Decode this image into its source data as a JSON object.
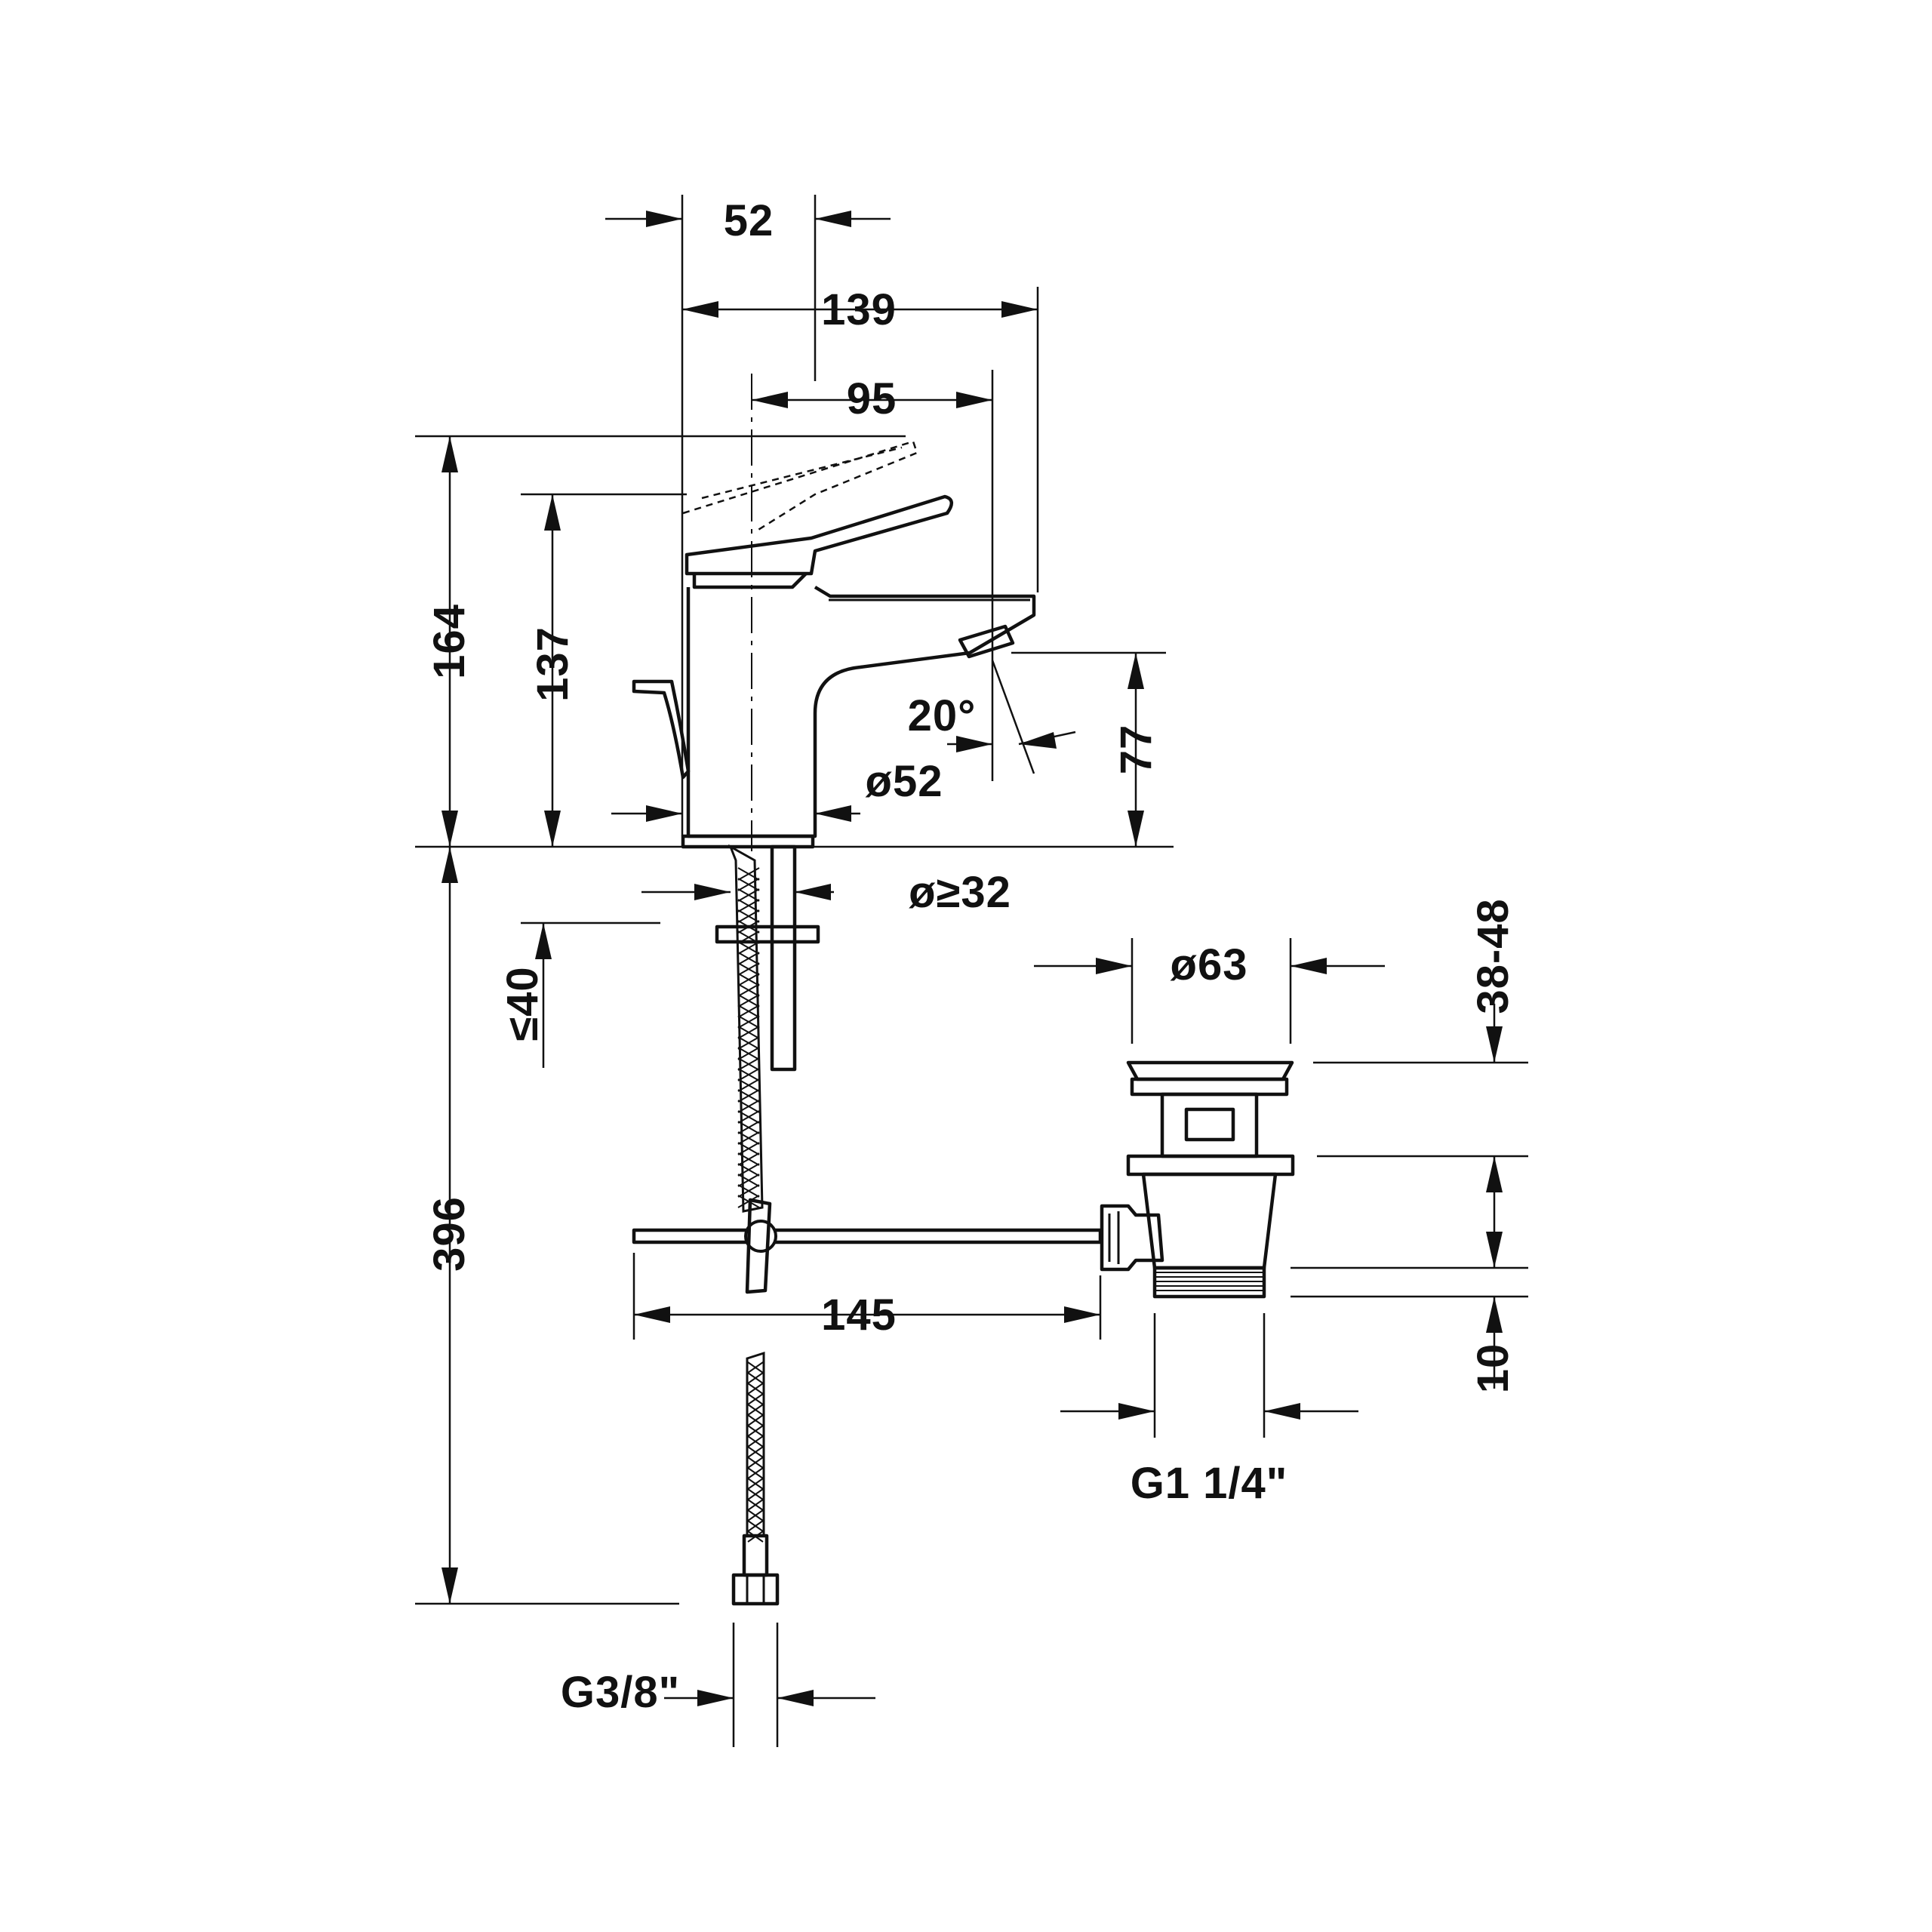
{
  "dimensions": {
    "spout_base_width": "52",
    "total_projection": "139",
    "spout_reach": "95",
    "total_height": "164",
    "lever_height": "137",
    "spout_angle": "20°",
    "outlet_height": "77",
    "body_diameter": "ø52",
    "tap_hole_diameter": "ø≥32",
    "max_deck_thickness": "≤40",
    "pipe_length": "396",
    "waste_diameter": "ø63",
    "waste_range": "38-48",
    "pull_rod_length": "145",
    "waste_clearance": "10",
    "waste_thread": "G1 1/4\"",
    "hose_thread": "G3/8\""
  },
  "colors": {
    "line": "#111111",
    "background": "#ffffff"
  }
}
